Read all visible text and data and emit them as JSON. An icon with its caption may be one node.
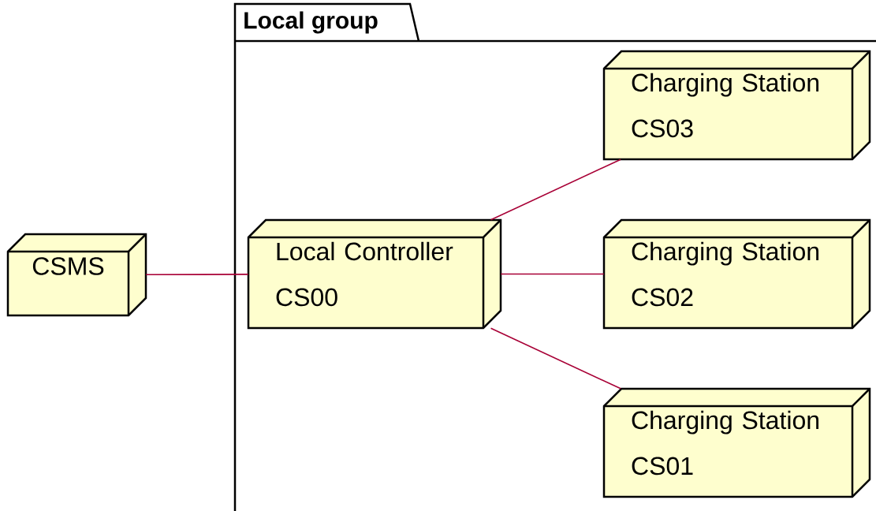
{
  "diagram": {
    "nodes": [
      {
        "text": [
          "CSMS"
        ]
      },
      {
        "text": [
          "Local group"
        ]
      },
      {
        "text": [
          "Local Controller CS00"
        ],
        "in": 1
      },
      {
        "text": [
          "Charging Station CS03"
        ],
        "in": 1
      },
      {
        "text": [
          "Charging Station CS02"
        ],
        "in": 1
      },
      {
        "text": [
          "Charging Station CS01"
        ],
        "in": 1
      }
    ],
    "edges": [
      {
        "from": 0,
        "to": 2,
        "arrow": "none"
      },
      {
        "from": 2,
        "to": 3,
        "arrow": "none"
      },
      {
        "from": 2,
        "to": 4,
        "arrow": "none"
      },
      {
        "from": 2,
        "to": 5,
        "arrow": "none"
      }
    ]
  }
}
